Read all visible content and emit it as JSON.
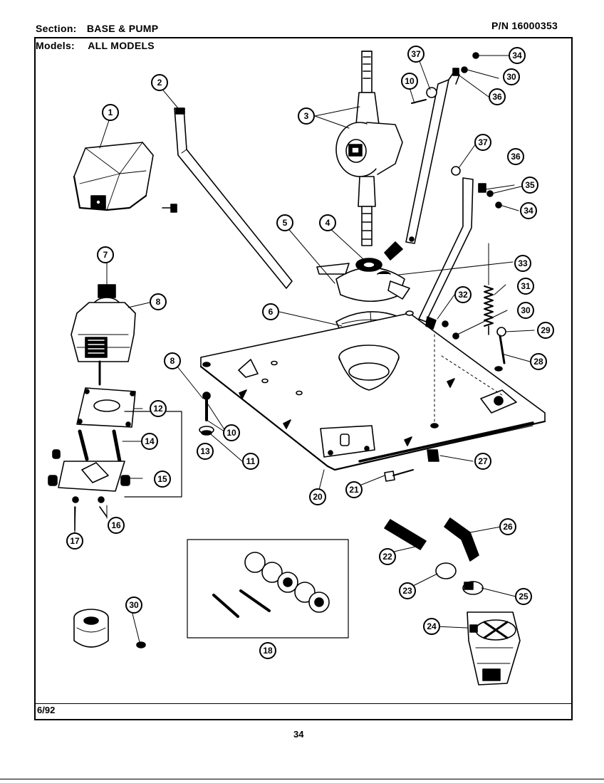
{
  "header": {
    "section_label": "Section:",
    "section_value": "BASE & PUMP",
    "models_label": "Models:",
    "models_value": "ALL MODELS",
    "part_number": "P/N 16000353"
  },
  "footer": {
    "date": "6/92",
    "page_number": "34"
  },
  "callouts": [
    {
      "id": "c1",
      "label": "1"
    },
    {
      "id": "c2",
      "label": "2"
    },
    {
      "id": "c3",
      "label": "3"
    },
    {
      "id": "c4",
      "label": "4"
    },
    {
      "id": "c5",
      "label": "5"
    },
    {
      "id": "c6",
      "label": "6"
    },
    {
      "id": "c7",
      "label": "7"
    },
    {
      "id": "c8a",
      "label": "8"
    },
    {
      "id": "c8b",
      "label": "8"
    },
    {
      "id": "c10a",
      "label": "10"
    },
    {
      "id": "c10b",
      "label": "10"
    },
    {
      "id": "c11",
      "label": "11"
    },
    {
      "id": "c12",
      "label": "12"
    },
    {
      "id": "c13",
      "label": "13"
    },
    {
      "id": "c14",
      "label": "14"
    },
    {
      "id": "c15",
      "label": "15"
    },
    {
      "id": "c16",
      "label": "16"
    },
    {
      "id": "c17",
      "label": "17"
    },
    {
      "id": "c18",
      "label": "18"
    },
    {
      "id": "c20",
      "label": "20"
    },
    {
      "id": "c21",
      "label": "21"
    },
    {
      "id": "c22",
      "label": "22"
    },
    {
      "id": "c23",
      "label": "23"
    },
    {
      "id": "c24",
      "label": "24"
    },
    {
      "id": "c25",
      "label": "25"
    },
    {
      "id": "c26",
      "label": "26"
    },
    {
      "id": "c27",
      "label": "27"
    },
    {
      "id": "c28",
      "label": "28"
    },
    {
      "id": "c29",
      "label": "29"
    },
    {
      "id": "c30a",
      "label": "30"
    },
    {
      "id": "c30b",
      "label": "30"
    },
    {
      "id": "c30c",
      "label": "30"
    },
    {
      "id": "c31",
      "label": "31"
    },
    {
      "id": "c32",
      "label": "32"
    },
    {
      "id": "c33",
      "label": "33"
    },
    {
      "id": "c34a",
      "label": "34"
    },
    {
      "id": "c34b",
      "label": "34"
    },
    {
      "id": "c35",
      "label": "35"
    },
    {
      "id": "c36a",
      "label": "36"
    },
    {
      "id": "c36b",
      "label": "36"
    },
    {
      "id": "c37a",
      "label": "37"
    },
    {
      "id": "c37b",
      "label": "37"
    }
  ]
}
